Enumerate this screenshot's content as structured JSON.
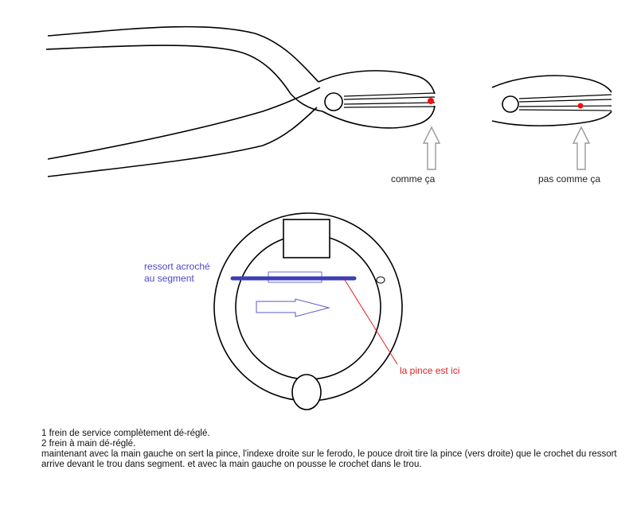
{
  "labels": {
    "comme_ca": "comme ça",
    "pas_comme_ca": "pas comme ça",
    "ressort_line1": "ressort acroché",
    "ressort_line2": "au segment",
    "pince_ici": "la pince est ici"
  },
  "notes": {
    "line1": "1 frein de service complètement dé-réglé.",
    "line2": "2 frein à main dé-réglé.",
    "line3": "maintenant avec la main gauche on sert la pince, l'indexe droite sur le ferodo, le pouce droit tire la pince (vers droite) que le crochet du ressort arrive devant le trou dans segment. et avec la main gauche on pousse le crochet dans le trou."
  },
  "colors": {
    "outline": "#000000",
    "spring_blue": "#3d3fb8",
    "label_blue": "#4a4ac8",
    "pointer_red": "#e02020",
    "label_red": "#e02020",
    "tip_red": "#ee1111",
    "arrow_gray": "#9a9a9a"
  }
}
